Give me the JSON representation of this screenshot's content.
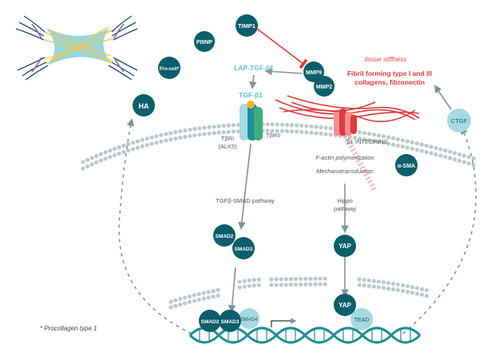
{
  "nodes": {
    "timp1": "TIMP1",
    "piiinp": "PIIINP",
    "procoll": "Pro-coll*",
    "ha": "HA",
    "mmp9": "MMP9",
    "mmp2": "MMP2",
    "ctgf": "CTGF",
    "asma": "α-SMA",
    "smad2_cyt": "SMAD2",
    "smad3_cyt": "SMAD3",
    "yap_cyt": "YAP",
    "yap_nuc": "YAP",
    "tead": "TEAD",
    "smad2_nuc": "SMAD2",
    "smad3_nuc": "SMAD3",
    "smad4_nuc": "SMAD4"
  },
  "labels": {
    "lap_tgf": "LAP-TGF-β1",
    "tgf": "TGF-β1",
    "tbri_line1": "TβRI",
    "tbri_line2": "(ALK5)",
    "tbrii": "TβRII",
    "integrins": "β1 INTEGRINS",
    "factin": "F-actin polymerization",
    "mechano": "Mechanotransduction",
    "hippo_line1": "Hippo",
    "hippo_line2": "pathway",
    "smad_pathway": "TGFβ-SMAD pathway",
    "tissue_stiffness": "tissue stiffness",
    "fibril_line1": "Fibril forming type I and III",
    "fibril_line2": "collagens, fibronectin",
    "footnote": "* Procollagen type 1"
  },
  "colors": {
    "teal_dark": "#0b5e6b",
    "teal_light": "#a6d9e1",
    "red": "#e3393a",
    "membrane": "#b9c8cc",
    "arrow": "#7c9599",
    "dna": "#1c8f99"
  }
}
